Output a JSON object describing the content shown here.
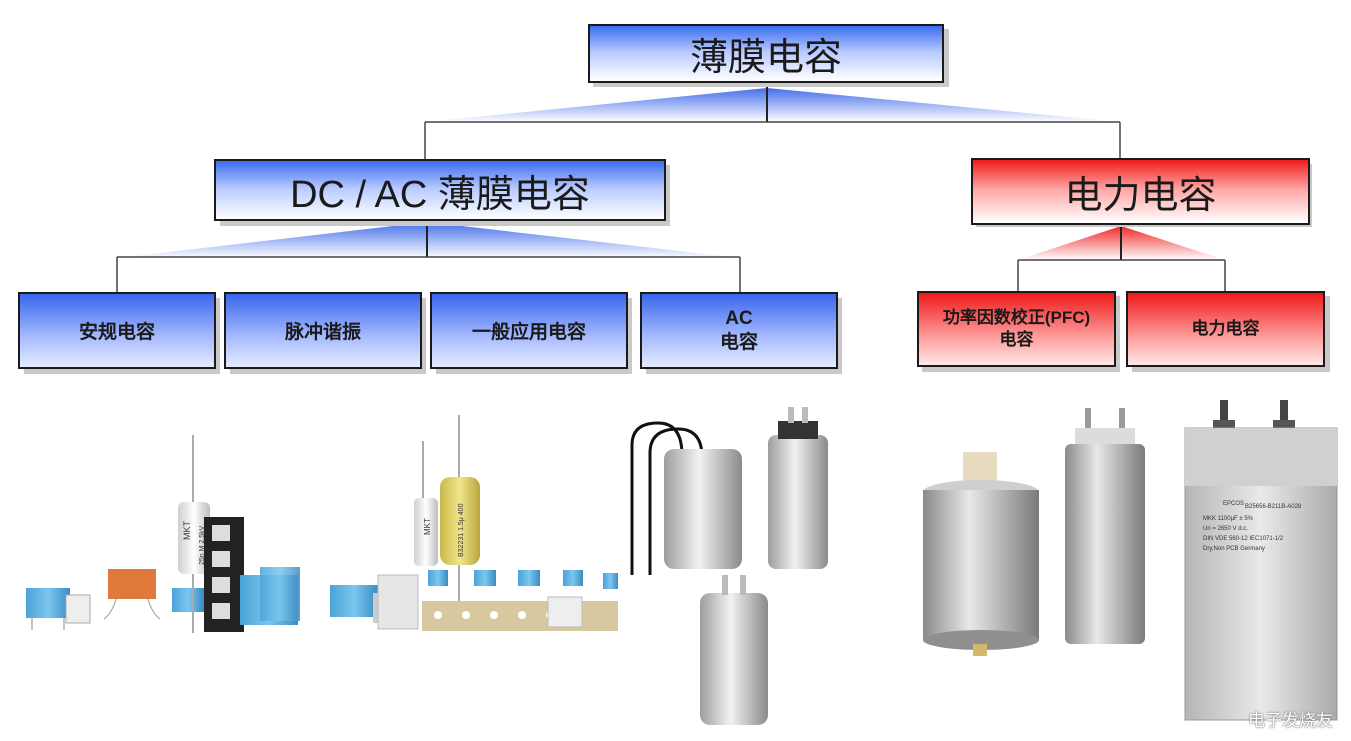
{
  "root": {
    "label": "薄膜电容"
  },
  "branches": {
    "dc_ac": {
      "label": "DC / AC 薄膜电容"
    },
    "power": {
      "label": "电力电容"
    }
  },
  "dc_ac_children": [
    {
      "label": "安规电容"
    },
    {
      "label": "脉冲谐振"
    },
    {
      "label": "一般应用电容"
    },
    {
      "line1": "AC",
      "line2": "电容"
    }
  ],
  "power_children": [
    {
      "line1": "功率因数校正(PFC)",
      "line2": "电容"
    },
    {
      "label": "电力电容"
    }
  ],
  "product_labels": {
    "mkt_a": "MKT",
    "mkt_a_spec": "25n M 2,5kV",
    "mkt_b": "MKT",
    "mkt_b_spec": "B32231 1.5μ 400",
    "brand": "EPCOS",
    "large_spec_1": "B25656-B211B-A028",
    "large_spec_2": "MKK 1100μF ± 5%",
    "large_spec_3": "Un = 2650 V d.c.",
    "large_spec_4": "DIN VDE 560-12  IEC1071-1/2",
    "large_spec_5": "Dry,Non PCB  Germany"
  },
  "watermark": "电子发烧友",
  "colors": {
    "blue": "#3b6cf0",
    "red": "#f01c1c"
  }
}
